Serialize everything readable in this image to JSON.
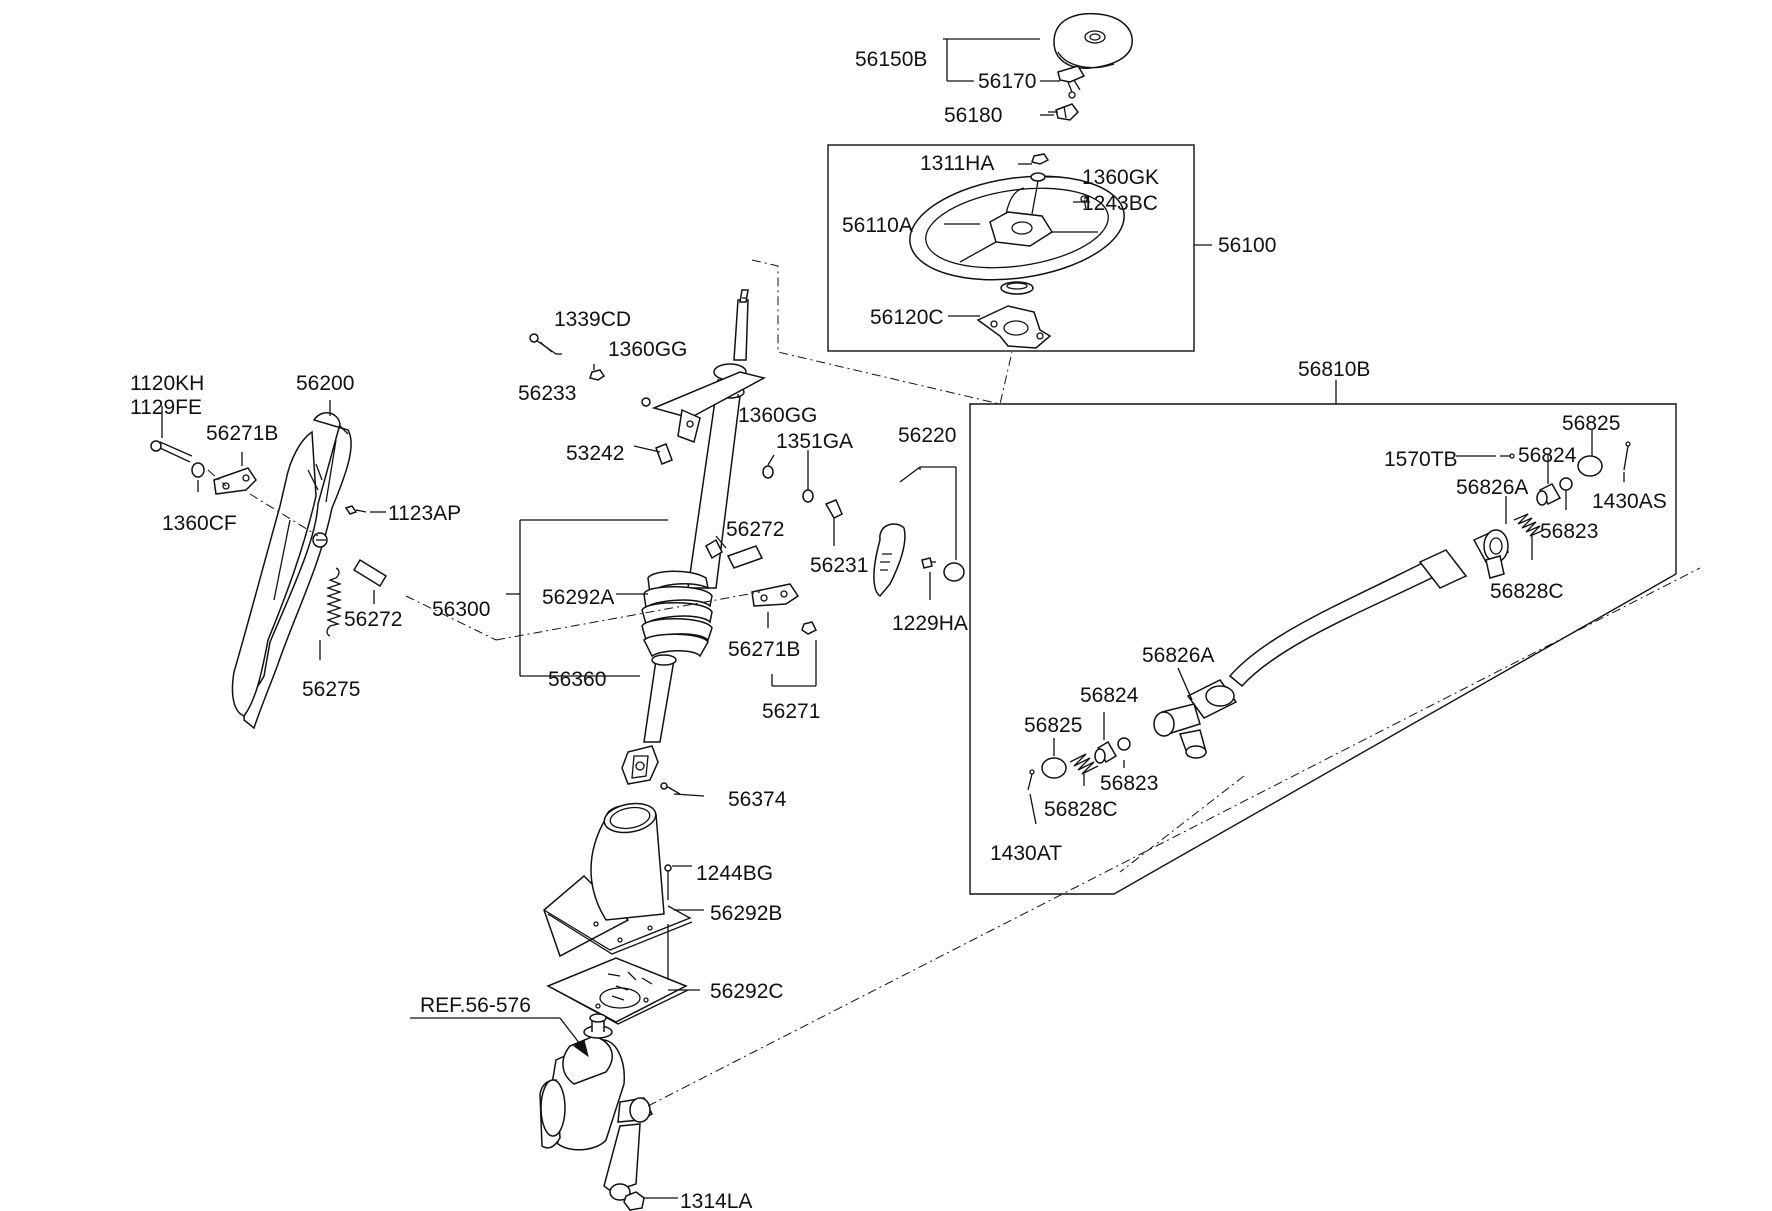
{
  "labels": {
    "p56150B": "56150B",
    "p56170": "56170",
    "p56180": "56180",
    "p1311HA": "1311HA",
    "p1360GK": "1360GK",
    "p1243BC": "1243BC",
    "p56110A": "56110A",
    "p56100": "56100",
    "p56120C": "56120C",
    "p1339CD": "1339CD",
    "p1360GG_a": "1360GG",
    "p56233": "56233",
    "p1360GG_b": "1360GG",
    "p53242": "53242",
    "p1351GA": "1351GA",
    "p56220": "56220",
    "p56231": "56231",
    "p1229HA": "1229HA",
    "p56272_a": "56272",
    "p56292A": "56292A",
    "p56300": "56300",
    "p56271B_a": "56271B",
    "p56360": "56360",
    "p56271": "56271",
    "p56374": "56374",
    "p1244BG": "1244BG",
    "p56292B": "56292B",
    "p56292C": "56292C",
    "pREF": "REF.56-576",
    "p1314LA": "1314LA",
    "p1120KH": "1120KH",
    "p1129FE": "1129FE",
    "p56200": "56200",
    "p56271B_b": "56271B",
    "p1360CF": "1360CF",
    "p1123AP": "1123AP",
    "p56272_b": "56272",
    "p56275": "56275",
    "p56810B": "56810B",
    "p56825_a": "56825",
    "p1570TB": "1570TB",
    "p56824_a": "56824",
    "p1430AS": "1430AS",
    "p56826A_a": "56826A",
    "p56823_a": "56823",
    "p56828C_a": "56828C",
    "p56826A_b": "56826A",
    "p56824_b": "56824",
    "p56825_b": "56825",
    "p56823_b": "56823",
    "p56828C_b": "56828C",
    "p1430AT": "1430AT"
  }
}
